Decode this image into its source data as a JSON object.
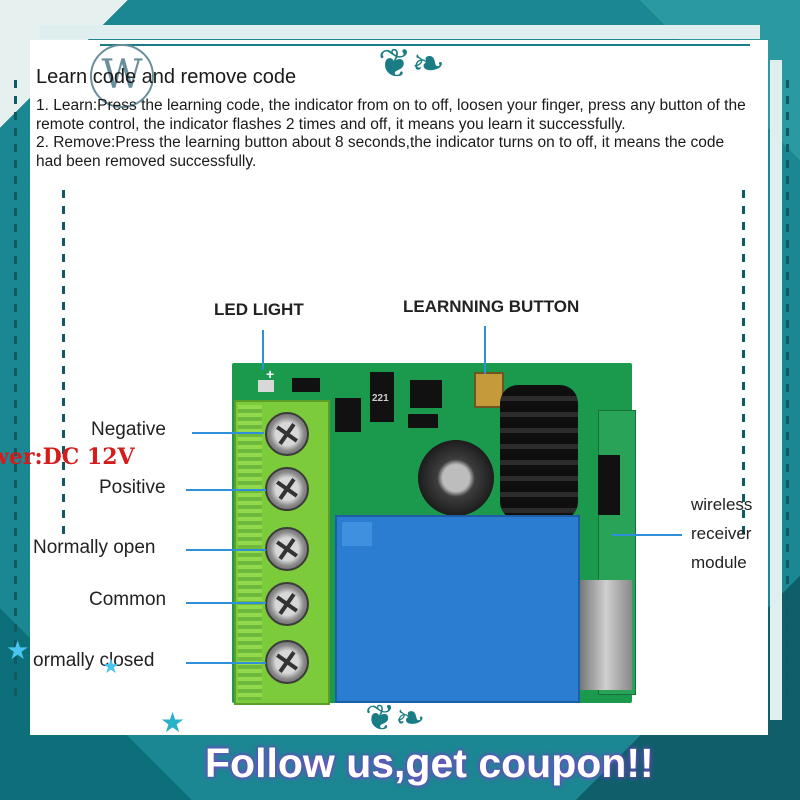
{
  "logo": {
    "letter": "W"
  },
  "instructions": {
    "title": "Learn code and remove code",
    "para1": "1. Learn:Press the learning code, the indicator from on to off, loosen your finger, press any button of the remote control, the indicator flashes 2 times and off, it means you learn it successfully.",
    "para2": "2. Remove:Press the learning button about 8 seconds,the indicator turns on to off, it means the code had been removed successfully."
  },
  "callouts": {
    "led_light": "LED LIGHT",
    "learning_button": "LEARNNING BUTTON",
    "negative": "Negative",
    "positive": "Positive",
    "normally_open": "Normally open",
    "common": "Common",
    "normally_closed": "ormally closed",
    "wireless_1": "wireless",
    "wireless_2": "receiver",
    "wireless_3": "module"
  },
  "power": "wer:DC 12V",
  "board": {
    "chip_label": "221",
    "plus_sign": "+"
  },
  "banner": "Follow us,get coupon!!",
  "colors": {
    "frame": "#1b8792",
    "leader": "#2f8fd8",
    "pcb": "#1b9a4e",
    "terminal": "#7ccb3a",
    "relay": "#2a7dd0",
    "power_text": "#d61b1b"
  }
}
